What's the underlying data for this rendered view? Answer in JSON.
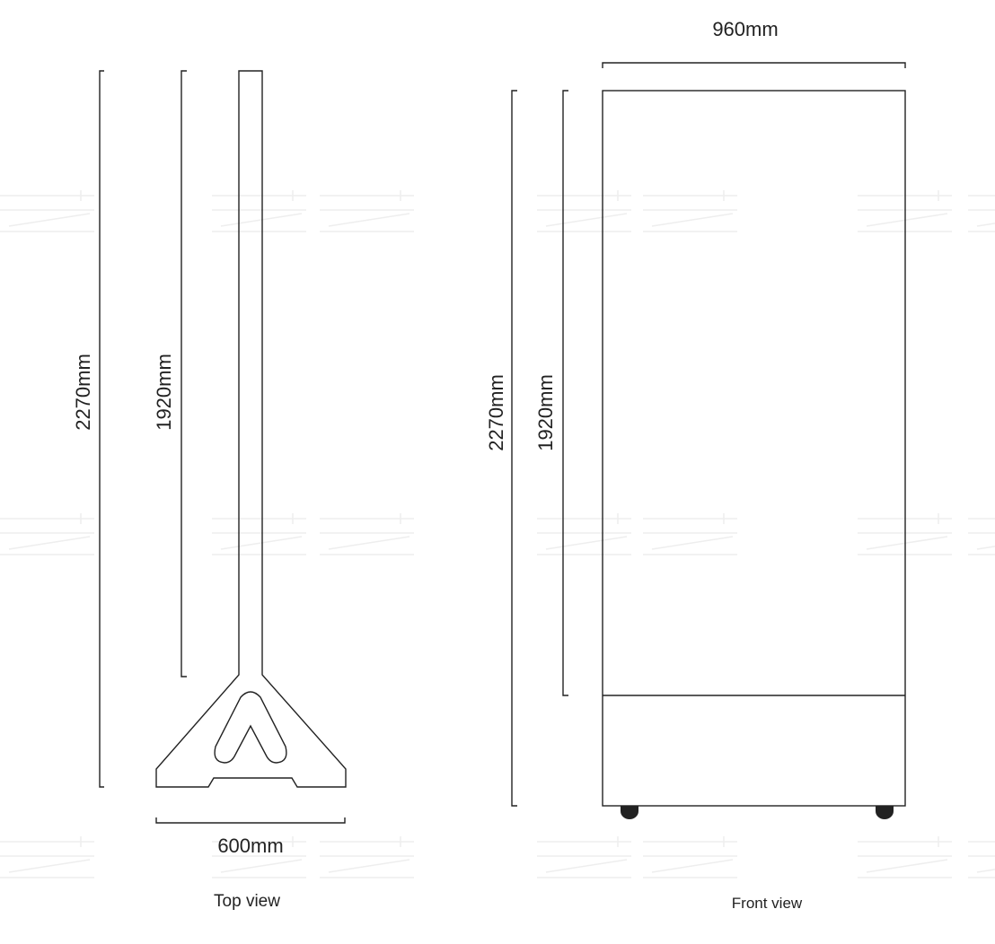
{
  "top_view": {
    "height_total": "2270mm",
    "height_screen": "1920mm",
    "width_base": "600mm",
    "caption": "Top view"
  },
  "front_view": {
    "width": "960mm",
    "height_total": "2270mm",
    "height_screen": "1920mm",
    "caption": "Front view"
  },
  "colors": {
    "line": "#222222",
    "background": "#ffffff",
    "watermark": "#eeeeee"
  }
}
